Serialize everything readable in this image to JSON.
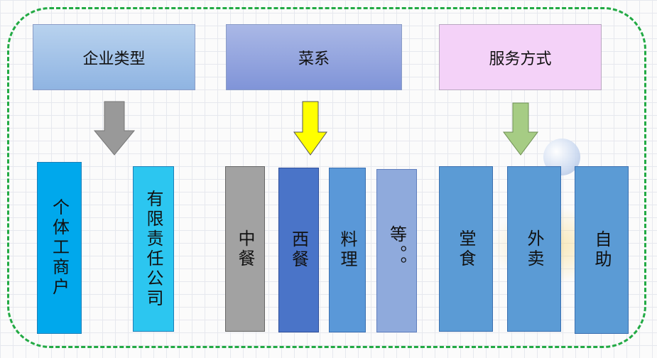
{
  "headers": {
    "enterprise_type": "企业类型",
    "cuisine": "菜系",
    "service_mode": "服务方式"
  },
  "enterprise_types": [
    "个体工商户",
    "有限责任公司"
  ],
  "cuisines": [
    "中餐",
    "西餐",
    "料理",
    "等。。"
  ],
  "service_modes": [
    "堂食",
    "外卖",
    "自助"
  ],
  "colors": {
    "frame_border": "#22aa44",
    "arrow_gray": "#999999",
    "arrow_yellow": "#ffff00",
    "arrow_green": "#a6cc84"
  }
}
